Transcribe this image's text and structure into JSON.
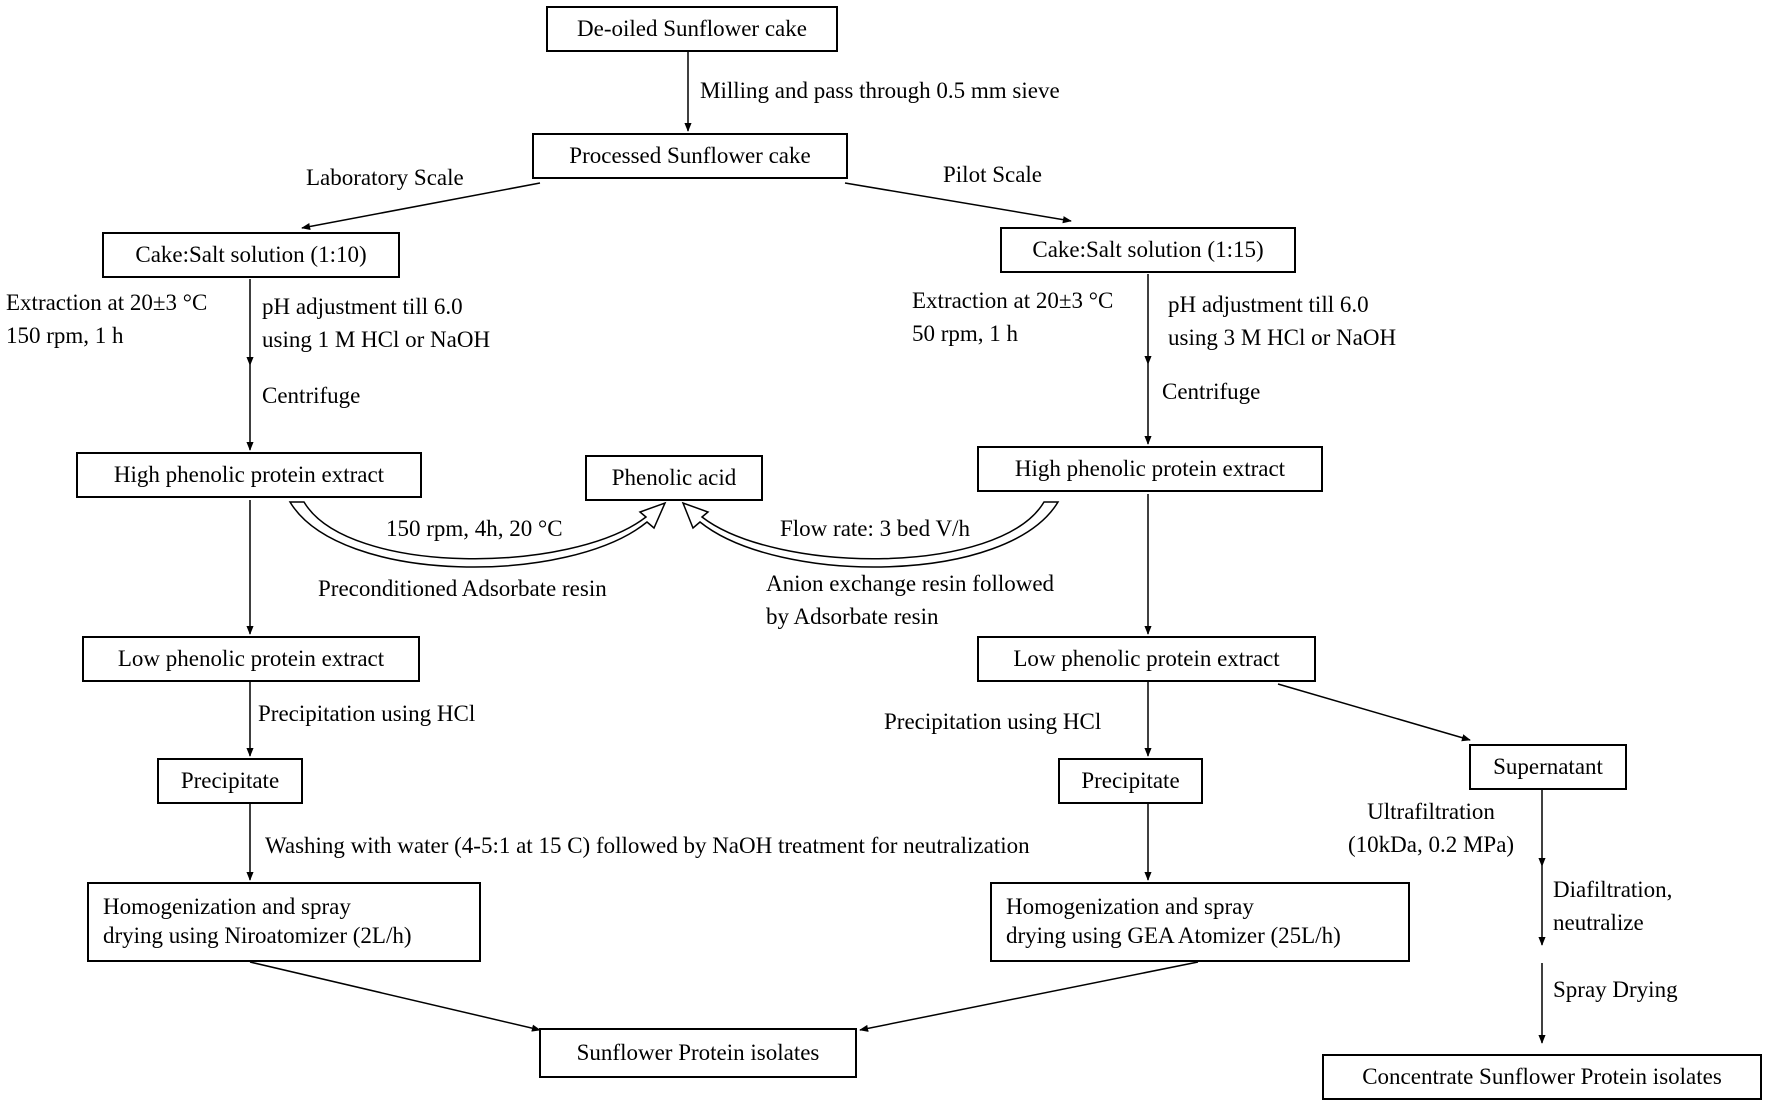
{
  "boxes": {
    "deoiled": "De-oiled Sunflower cake",
    "processed": "Processed Sunflower cake",
    "lab_salt": "Cake:Salt  solution (1:10)",
    "pilot_salt": "Cake:Salt solution (1:15)",
    "lab_high": "High phenolic protein extract",
    "phenolic_acid": "Phenolic acid",
    "pilot_high": "High phenolic protein extract",
    "lab_low": "Low phenolic protein extract",
    "pilot_low": "Low phenolic protein extract",
    "lab_precip": "Precipitate",
    "pilot_precip": "Precipitate",
    "supernatant": "Supernatant",
    "lab_homog": "Homogenization and spray\n drying using Niroatomizer (2L/h)",
    "pilot_homog": "Homogenization and spray\n drying using GEA Atomizer (25L/h)",
    "spi": "Sunflower Protein isolates",
    "cspi": "Concentrate Sunflower Protein isolates"
  },
  "labels": {
    "milling": "Milling  and pass through 0.5  mm sieve",
    "lab_scale": "Laboratory Scale",
    "pilot_scale": "Pilot Scale",
    "lab_extraction": "Extraction at 20±3 °C\n150 rpm, 1 h",
    "lab_ph": "pH adjustment till  6.0\nusing 1  M HCl or NaOH",
    "pilot_extraction": "Extraction at 20±3 °C\n50 rpm, 1 h",
    "pilot_ph": "pH adjustment till  6.0\nusing 3  M HCl or NaOH",
    "lab_centrifuge": "Centrifuge",
    "pilot_centrifuge": "Centrifuge",
    "lab_conditions": "150 rpm, 4h, 20 °C",
    "pilot_flow": "Flow rate: 3 bed V/h",
    "lab_resin": "Preconditioned Adsorbate resin",
    "pilot_resin": "Anion exchange  resin followed\nby Adsorbate resin",
    "lab_precip_hcl": "Precipitation  using HCl",
    "pilot_precip_hcl": "Precipitation  using HCl",
    "washing": "Washing with water (4-5:1  at 15 C) followed by NaOH treatment for neutralization",
    "ultrafiltration": "Ultrafiltration\n(10kDa, 0.2 MPa)",
    "diafiltration": "Diafiltration,\nneutralize",
    "spray_drying": "Spray Drying"
  }
}
